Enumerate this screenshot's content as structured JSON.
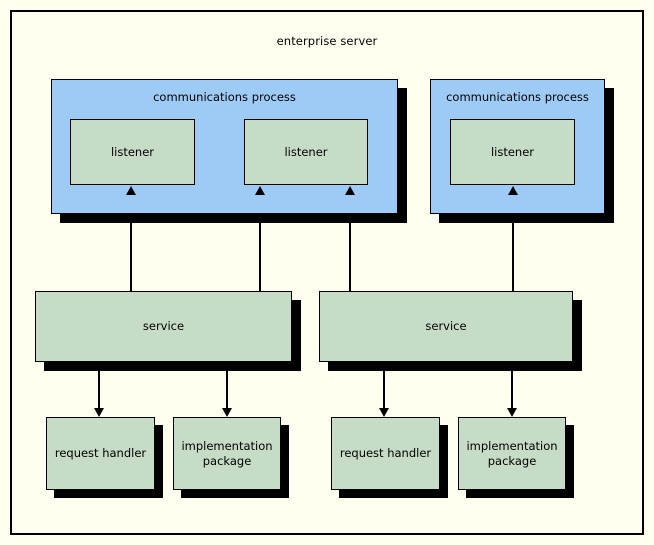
{
  "diagram": {
    "title": "enterprise server",
    "background_color": "#fffff0",
    "process_color": "#9ecbf5",
    "component_color": "#c6dcc6",
    "border_color": "#000000"
  },
  "processes": [
    {
      "label": "communications process"
    },
    {
      "label": "communications process"
    }
  ],
  "listeners": [
    {
      "label": "listener"
    },
    {
      "label": "listener"
    },
    {
      "label": "listener"
    }
  ],
  "services": [
    {
      "label": "service"
    },
    {
      "label": "service"
    }
  ],
  "components": [
    {
      "label": "request handler"
    },
    {
      "label": "implementation\npackage"
    },
    {
      "label": "request handler"
    },
    {
      "label": "implementation\npackage"
    }
  ],
  "component_labels": {
    "request_handler": "request handler",
    "implementation_line1": "implementation",
    "implementation_line2": "package"
  }
}
